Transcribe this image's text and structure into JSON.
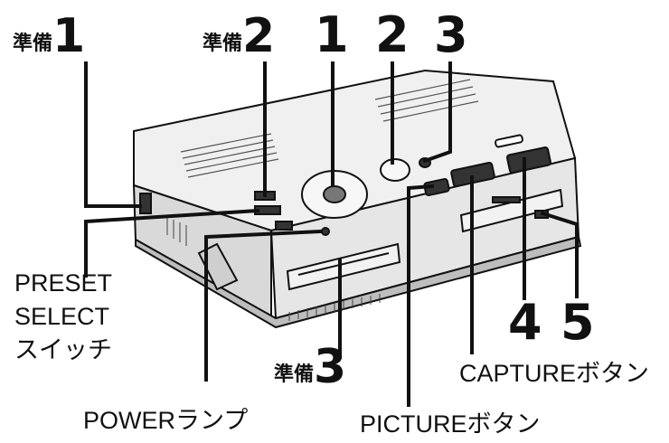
{
  "callouts": {
    "prep1": {
      "word": "準備",
      "num": "1"
    },
    "prep2": {
      "word": "準備",
      "num": "2"
    },
    "prep3": {
      "word": "準備",
      "num": "3"
    },
    "n1": "1",
    "n2": "2",
    "n3": "3",
    "n4": "4",
    "n5": "5"
  },
  "labels": {
    "preset_line1": "PRESET",
    "preset_line2": "SELECT",
    "preset_line3": "スイッチ",
    "capture_button": "CAPTUREボタン",
    "power_lamp": "POWERランプ",
    "picture_button": "PICTUREボタン"
  },
  "colors": {
    "ink": "#111111",
    "body_light": "#ececec",
    "body_shade": "#c8c8c8",
    "leader": "#8c8c8c"
  }
}
